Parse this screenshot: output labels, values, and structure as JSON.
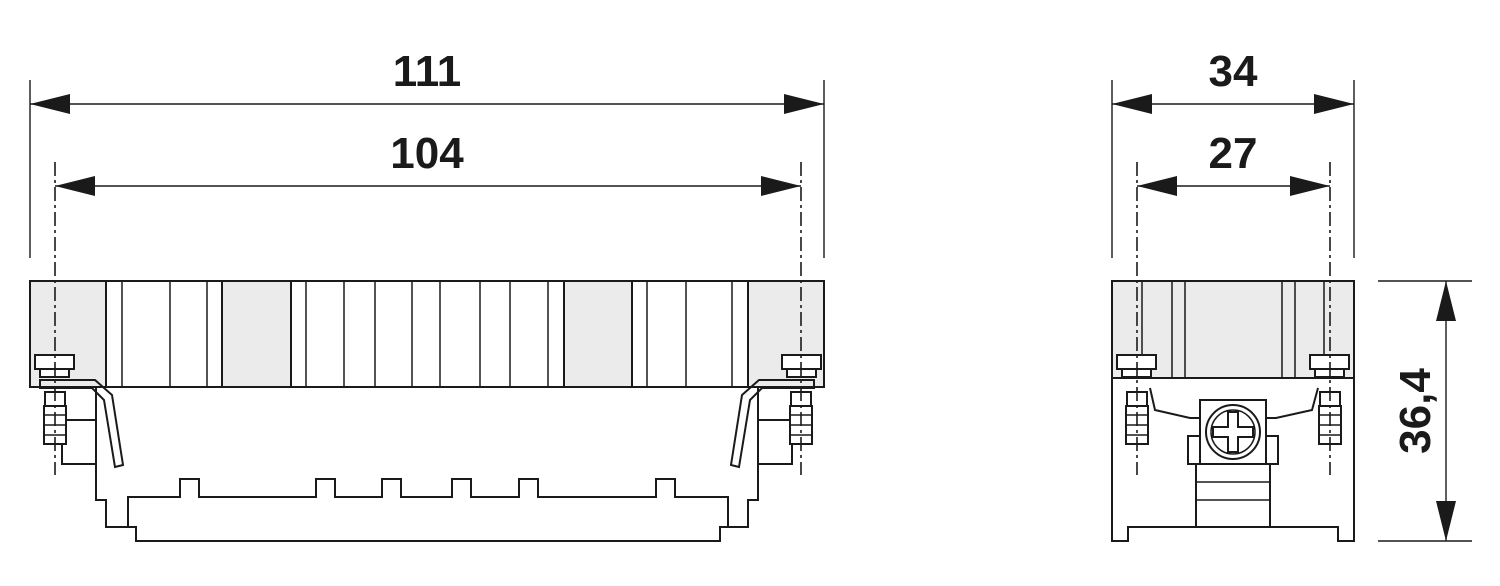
{
  "dimensions": {
    "overall_length": "111",
    "inner_length": "104",
    "overall_width": "34",
    "inner_width": "27",
    "height": "36,4"
  }
}
